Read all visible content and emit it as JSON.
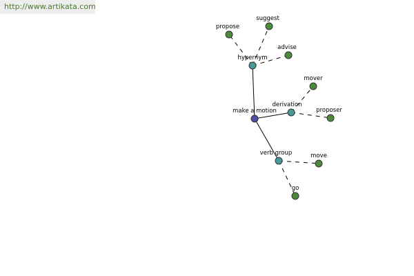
{
  "site": {
    "url": "http://www.artikata.com"
  },
  "colors": {
    "root": "#4f4fa3",
    "relation": "#4a9a9a",
    "leaf": "#4a8a3a"
  },
  "graph": {
    "nodes": [
      {
        "id": "make-a-motion",
        "label": "make a motion",
        "kind": "root"
      },
      {
        "id": "hypernym",
        "label": "hypernym",
        "kind": "relation"
      },
      {
        "id": "derivation",
        "label": "derivation",
        "kind": "relation"
      },
      {
        "id": "verb-group",
        "label": "verb group",
        "kind": "relation"
      },
      {
        "id": "propose",
        "label": "propose",
        "kind": "leaf"
      },
      {
        "id": "suggest",
        "label": "suggest",
        "kind": "leaf"
      },
      {
        "id": "advise",
        "label": "advise",
        "kind": "leaf"
      },
      {
        "id": "mover",
        "label": "mover",
        "kind": "leaf"
      },
      {
        "id": "proposer",
        "label": "proposer",
        "kind": "leaf"
      },
      {
        "id": "move",
        "label": "move",
        "kind": "leaf"
      },
      {
        "id": "go",
        "label": "go",
        "kind": "leaf"
      }
    ],
    "edges": [
      {
        "from": "make-a-motion",
        "to": "hypernym",
        "style": "solid"
      },
      {
        "from": "make-a-motion",
        "to": "derivation",
        "style": "solid"
      },
      {
        "from": "make-a-motion",
        "to": "verb-group",
        "style": "solid"
      },
      {
        "from": "hypernym",
        "to": "propose",
        "style": "dashed"
      },
      {
        "from": "hypernym",
        "to": "suggest",
        "style": "dashed"
      },
      {
        "from": "hypernym",
        "to": "advise",
        "style": "dashed"
      },
      {
        "from": "derivation",
        "to": "mover",
        "style": "dashed"
      },
      {
        "from": "derivation",
        "to": "proposer",
        "style": "dashed"
      },
      {
        "from": "verb-group",
        "to": "move",
        "style": "dashed"
      },
      {
        "from": "verb-group",
        "to": "go",
        "style": "dashed"
      }
    ]
  }
}
